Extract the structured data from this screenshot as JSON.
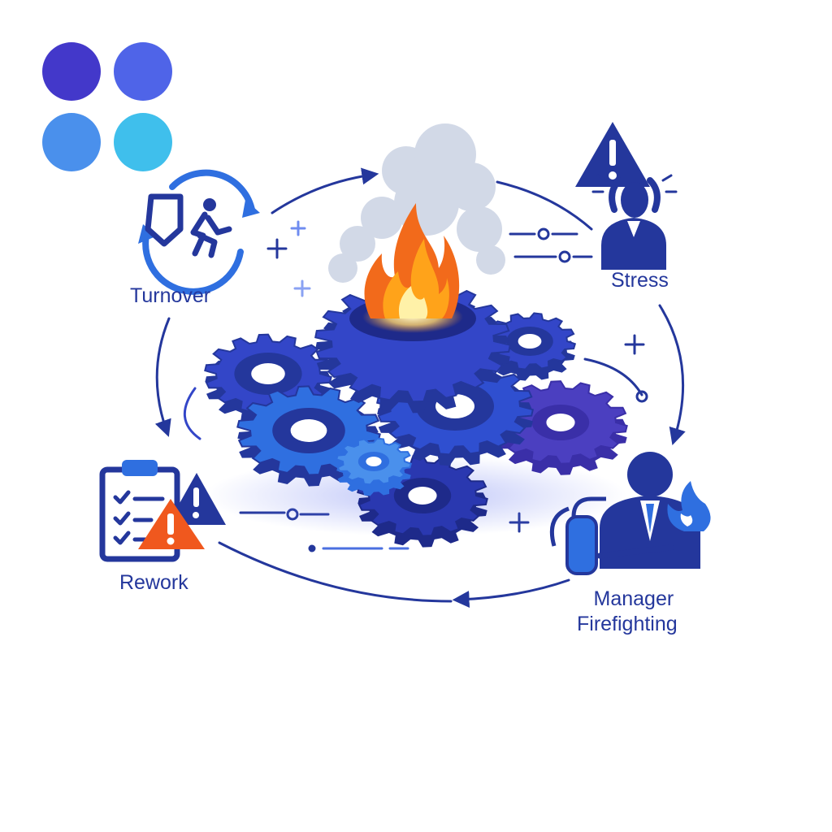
{
  "palette": {
    "swatches": [
      "#4338ca",
      "#4f64e8",
      "#4a90ec",
      "#3fbfec"
    ],
    "navy": "#24379c",
    "royal": "#3346c8",
    "flame_outer": "#f26a1b",
    "flame_mid": "#ffa31a",
    "flame_core": "#fff1a8",
    "warning_orange": "#f0581e",
    "smoke": "#cfd6e6"
  },
  "cycle": {
    "nodes": [
      {
        "label": "Turnover",
        "icon": "turnover-icon"
      },
      {
        "label": "Stress",
        "icon": "stressed-person-icon"
      },
      {
        "label": "Manager Firefighting",
        "lines": [
          "Manager",
          "Firefighting"
        ],
        "icon": "manager-extinguisher-icon"
      },
      {
        "label": "Rework",
        "icon": "checklist-warning-icon"
      }
    ],
    "center_icon": "burning-gears-icon",
    "direction": "clockwise"
  }
}
